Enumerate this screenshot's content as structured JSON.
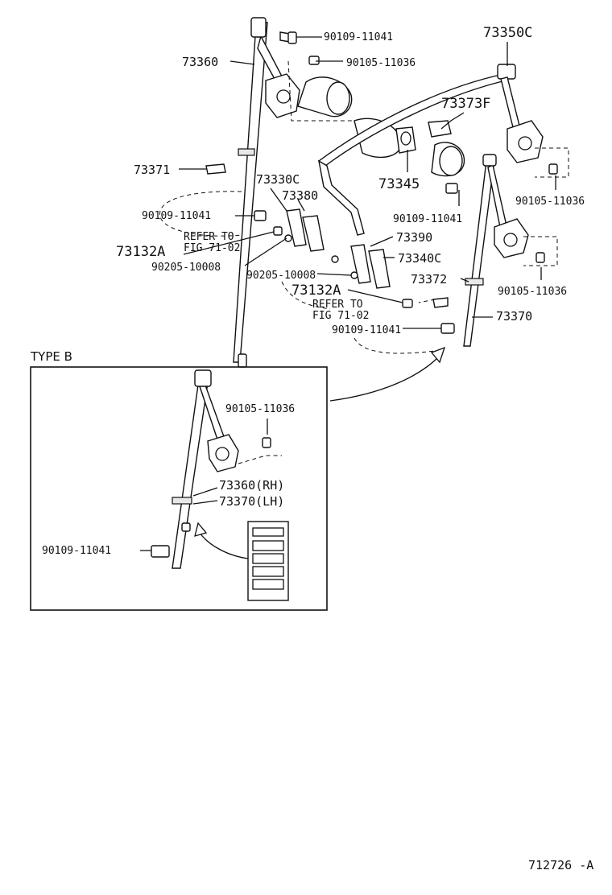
{
  "labels": {
    "p73360": "73360",
    "p90109_a": "90109-11041",
    "p90105_a": "90105-11036",
    "p73350C": "73350C",
    "p73373F": "73373F",
    "p73371": "73371",
    "p73330C": "73330C",
    "p73380": "73380",
    "p73345": "73345",
    "p90105_b": "90105-11036",
    "p90109_b": "90109-11041",
    "p90109_c": "90109-11041",
    "p73390": "73390",
    "p73132A_a": "73132A",
    "refer_to_a": "REFER TO",
    "fig_a": "FIG 71-02",
    "p90205_a": "90205-10008",
    "p90205_b": "90205-10008",
    "p73340C": "73340C",
    "p73372": "73372",
    "p90105_c": "90105-11036",
    "p73132A_b": "73132A",
    "refer_to_b": "REFER TO",
    "fig_b": "FIG 71-02",
    "p73370": "73370",
    "p90109_d": "90109-11041"
  },
  "type_b": {
    "title": "TYPE B",
    "p90105": "90105-11036",
    "p73360rh": "73360(RH)",
    "p73370lh": "73370(LH)",
    "p90109": "90109-11041"
  },
  "footer": {
    "code": "712726 -A"
  }
}
